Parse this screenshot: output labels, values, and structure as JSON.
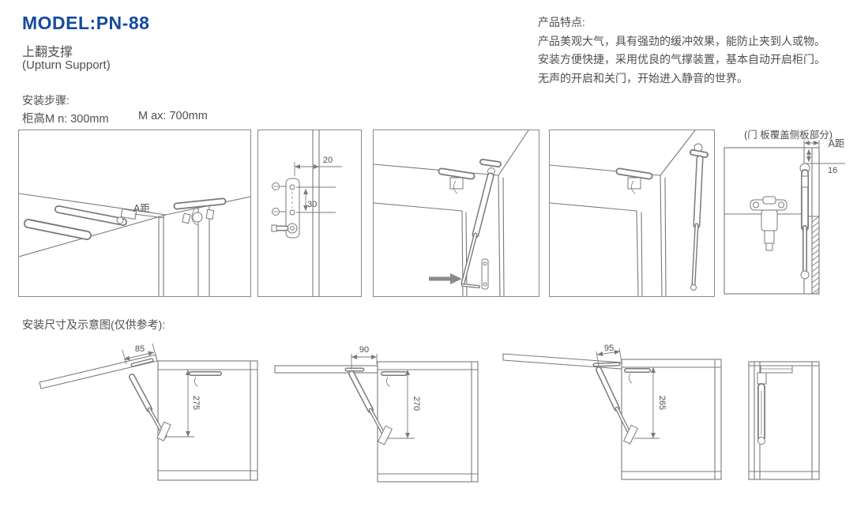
{
  "header": {
    "model": "MODEL:PN-88",
    "product_name_cn": "上翻支撑",
    "product_name_en": "(Upturn Support)",
    "features_title": "产品特点:",
    "features": [
      "产品美观大气，具有强劲的缓冲效果，能防止夹到人或物。",
      "安装方便快捷，采用优良的气撑装置，基本自动开启柜门。",
      "无声的开启和关门，开始进入静音的世界。"
    ]
  },
  "install_steps": {
    "title": "安装步骤:",
    "cabinet_height_min": "柜高M n: 300mm",
    "cabinet_height_max": "M ax: 700mm",
    "step1": {
      "dim_a_label": "A距"
    },
    "step2": {
      "edge_offset": "20",
      "hole_spacing": "30"
    },
    "step5": {
      "caption": "(门 板覆盖侧板部分)",
      "dim_a_label": "A距",
      "top_offset": "16"
    }
  },
  "dimension_section": {
    "title": "安装尺寸及示意图(仅供参考):",
    "diagrams": [
      {
        "door_overhang": "85",
        "strut_height": "275"
      },
      {
        "door_overhang": "90",
        "strut_height": "270"
      },
      {
        "door_overhang": "95",
        "strut_height": "265"
      },
      {}
    ]
  },
  "colors": {
    "accent_blue": "#164a9d",
    "line_gray": "#7a7a7a",
    "text_gray": "#4f4f4f"
  }
}
